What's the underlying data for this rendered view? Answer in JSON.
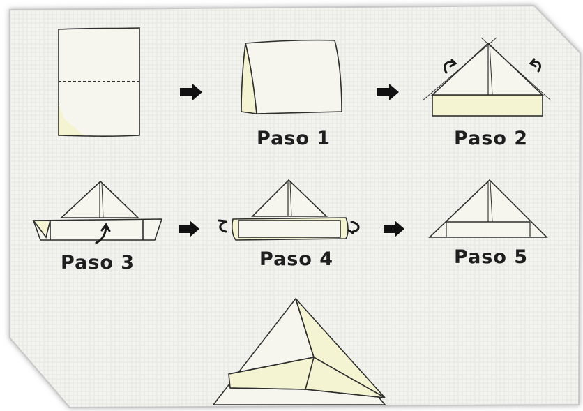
{
  "colors": {
    "paper": "#f3f3ef",
    "line": "#2f2f2f",
    "fold_fill": "#f4f4d2",
    "arrow": "#111111",
    "frame_shadow": "#9a9a9a"
  },
  "steps": [
    {
      "label": "Paso 1"
    },
    {
      "label": "Paso 2"
    },
    {
      "label": "Paso 3"
    },
    {
      "label": "Paso 4"
    },
    {
      "label": "Paso 5"
    }
  ],
  "icons": [
    "right-arrow-icon",
    "curved-fold-arrow-icon"
  ]
}
